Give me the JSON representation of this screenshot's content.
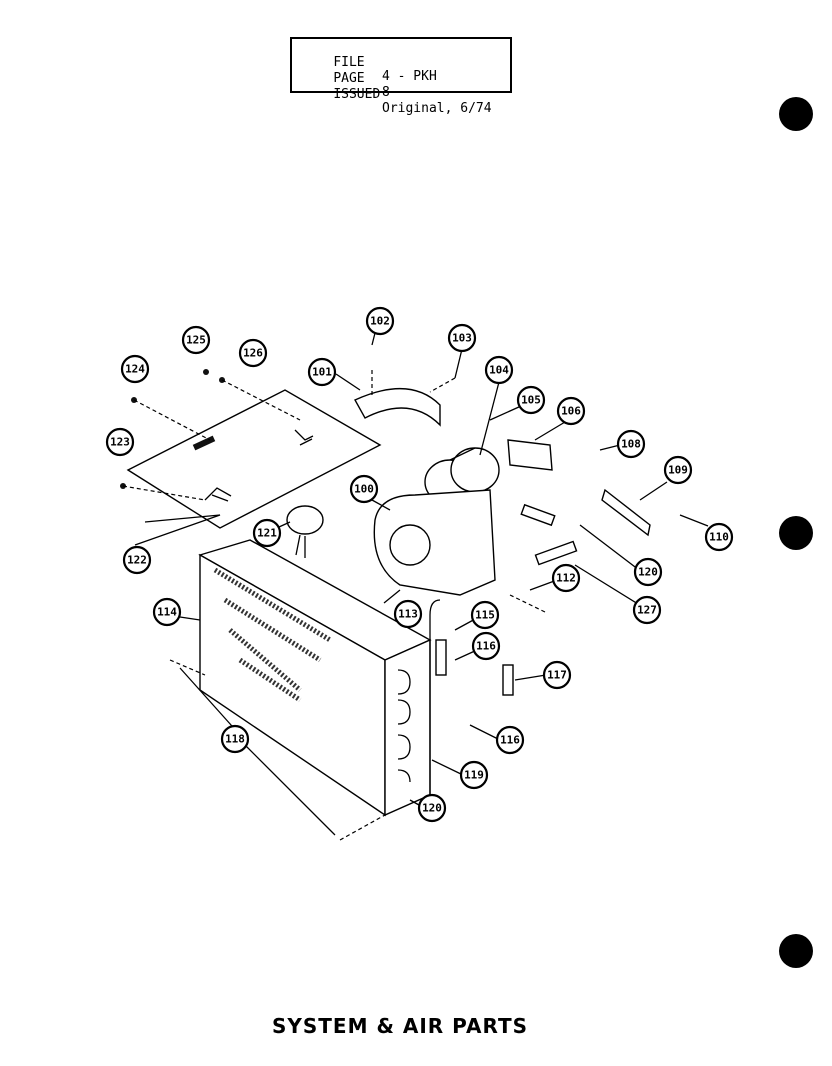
{
  "header": {
    "file_label": "FILE",
    "file_value": "4 - PKH",
    "page_label": "PAGE",
    "page_value": "8",
    "issued_label": "ISSUED",
    "issued_value": "Original, 6/74"
  },
  "callouts": {
    "c100": "100",
    "c101": "101",
    "c102": "102",
    "c103": "103",
    "c104": "104",
    "c105": "105",
    "c106": "106",
    "c108": "108",
    "c109": "109",
    "c110": "110",
    "c112": "112",
    "c113": "113",
    "c114": "114",
    "c115": "115",
    "c116a": "116",
    "c116b": "116",
    "c117": "117",
    "c118": "118",
    "c119": "119",
    "c120a": "120",
    "c120b": "120",
    "c121": "121",
    "c122": "122",
    "c123": "123",
    "c124": "124",
    "c125": "125",
    "c126": "126",
    "c127": "127"
  },
  "caption": "SYSTEM & AIR PARTS"
}
